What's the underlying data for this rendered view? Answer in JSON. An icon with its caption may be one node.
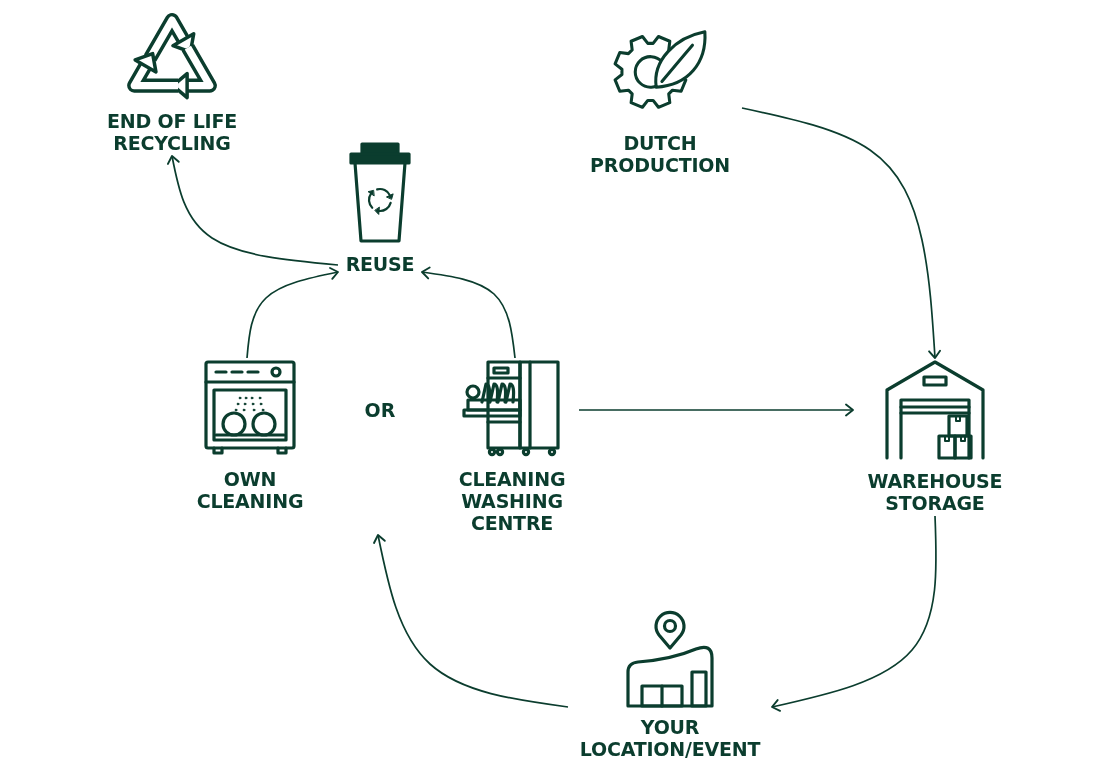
{
  "diagram": {
    "nodes": [
      {
        "text": [
          "END OF LIFE RECYCLING"
        ]
      },
      {
        "text": [
          "REUSE"
        ]
      },
      {
        "text": [
          "DUTCH PRODUCTION"
        ]
      },
      {
        "text": [
          "OWN CLEANING"
        ]
      },
      {
        "text": [
          "CLEANING WASHING CENTRE"
        ]
      },
      {
        "text": [
          "WAREHOUSE STORAGE"
        ]
      },
      {
        "text": [
          "YOUR LOCATION/EVENT"
        ]
      }
    ],
    "edges": [
      {
        "from": 1,
        "to": 0,
        "arrow": "to"
      },
      {
        "from": 3,
        "to": 1,
        "arrow": "to"
      },
      {
        "from": 4,
        "to": 1,
        "arrow": "to"
      },
      {
        "from": 2,
        "to": 5,
        "arrow": "to"
      },
      {
        "from": 4,
        "to": 5,
        "arrow": "to"
      },
      {
        "from": 5,
        "to": 6,
        "arrow": "to"
      },
      {
        "from": 6,
        "to": null,
        "arrow": "to"
      }
    ],
    "labels": [
      "OR"
    ]
  }
}
